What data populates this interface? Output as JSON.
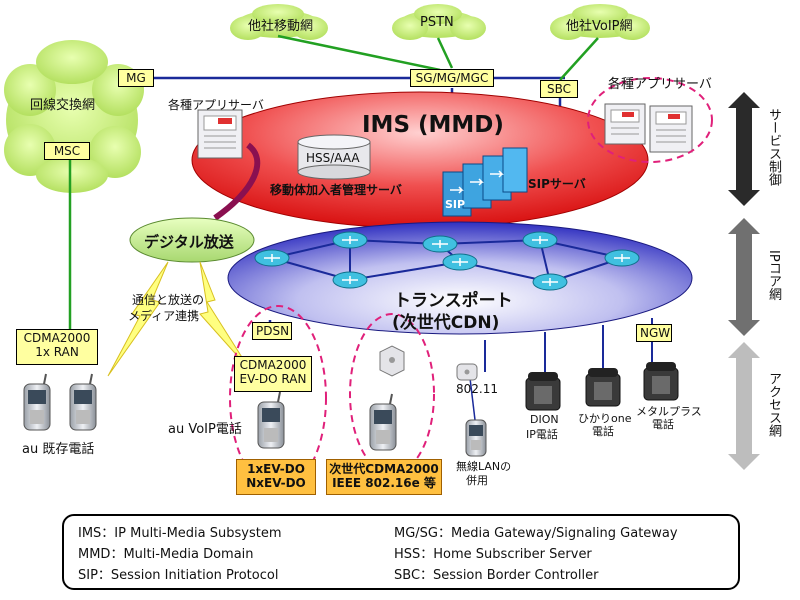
{
  "clouds": {
    "other_mobile": "他社移動網",
    "pstn": "PSTN",
    "other_voip": "他社VoIP網",
    "circuit": "回線交換網"
  },
  "nodes": {
    "mg": "MG",
    "sg_mg_mgc": "SG/MG/MGC",
    "sbc": "SBC",
    "msc": "MSC",
    "pdsn": "PDSN",
    "ngw": "NGW",
    "cdma_1x_line1": "CDMA2000",
    "cdma_1x_line2": "1x RAN",
    "evdo_line1": "CDMA2000",
    "evdo_line2": "EV-DO RAN",
    "hss": "HSS/AAA"
  },
  "ims": {
    "title": "IMS (MMD)",
    "hss_label": "移動体加入者管理サーバ",
    "sip_label": "SIPサーバ",
    "sip_logo": "SIP",
    "app_left": "各種アプリサーバ",
    "app_right": "各種アプリサーバ"
  },
  "transport": {
    "line1": "トランスポート",
    "line2": "(次世代CDN)"
  },
  "digital": {
    "label": "デジタル放送",
    "link_line1": "通信と放送の",
    "link_line2": "メディア連携"
  },
  "access": {
    "au_existing": "au 既存電話",
    "au_voip": "au VoIP電話",
    "evdo_line1": "1xEV-DO",
    "evdo_line2": "NxEV-DO",
    "next_line1": "次世代CDMA2000",
    "next_line2": "IEEE 802.16e 等",
    "wifi": "802.11",
    "wlan_line1": "無線LANの",
    "wlan_line2": "併用",
    "dion_line1": "DION",
    "dion_line2": "IP電話",
    "hikari_line1": "ひかりone",
    "hikari_line2": "電話",
    "metal_line1": "メタルプラス",
    "metal_line2": "電話"
  },
  "side": {
    "service": "サービス制御",
    "ipcore": "IPコア網",
    "access": "アクセス網"
  },
  "legend": {
    "ims": "IMS：IP Multi-Media Subsystem",
    "mmd": "MMD：Multi-Media Domain",
    "sip": "SIP：Session Initiation Protocol",
    "mg": "MG/SG：Media Gateway/Signaling Gateway",
    "hss": "HSS：Home Subscriber Server",
    "sbc": "SBC：Session Border Controller"
  },
  "colors": {
    "ims_red": "#e82020",
    "transport_blue": "#3a3ac8",
    "cloud_green": "#c8f07a",
    "link_green": "#22a022",
    "link_blue": "#1a2a9a",
    "box_yellow": "#ffffa0",
    "box_orange": "#ffc040",
    "router_cyan": "#40c0e0",
    "dashed_pink": "#e0207a"
  }
}
